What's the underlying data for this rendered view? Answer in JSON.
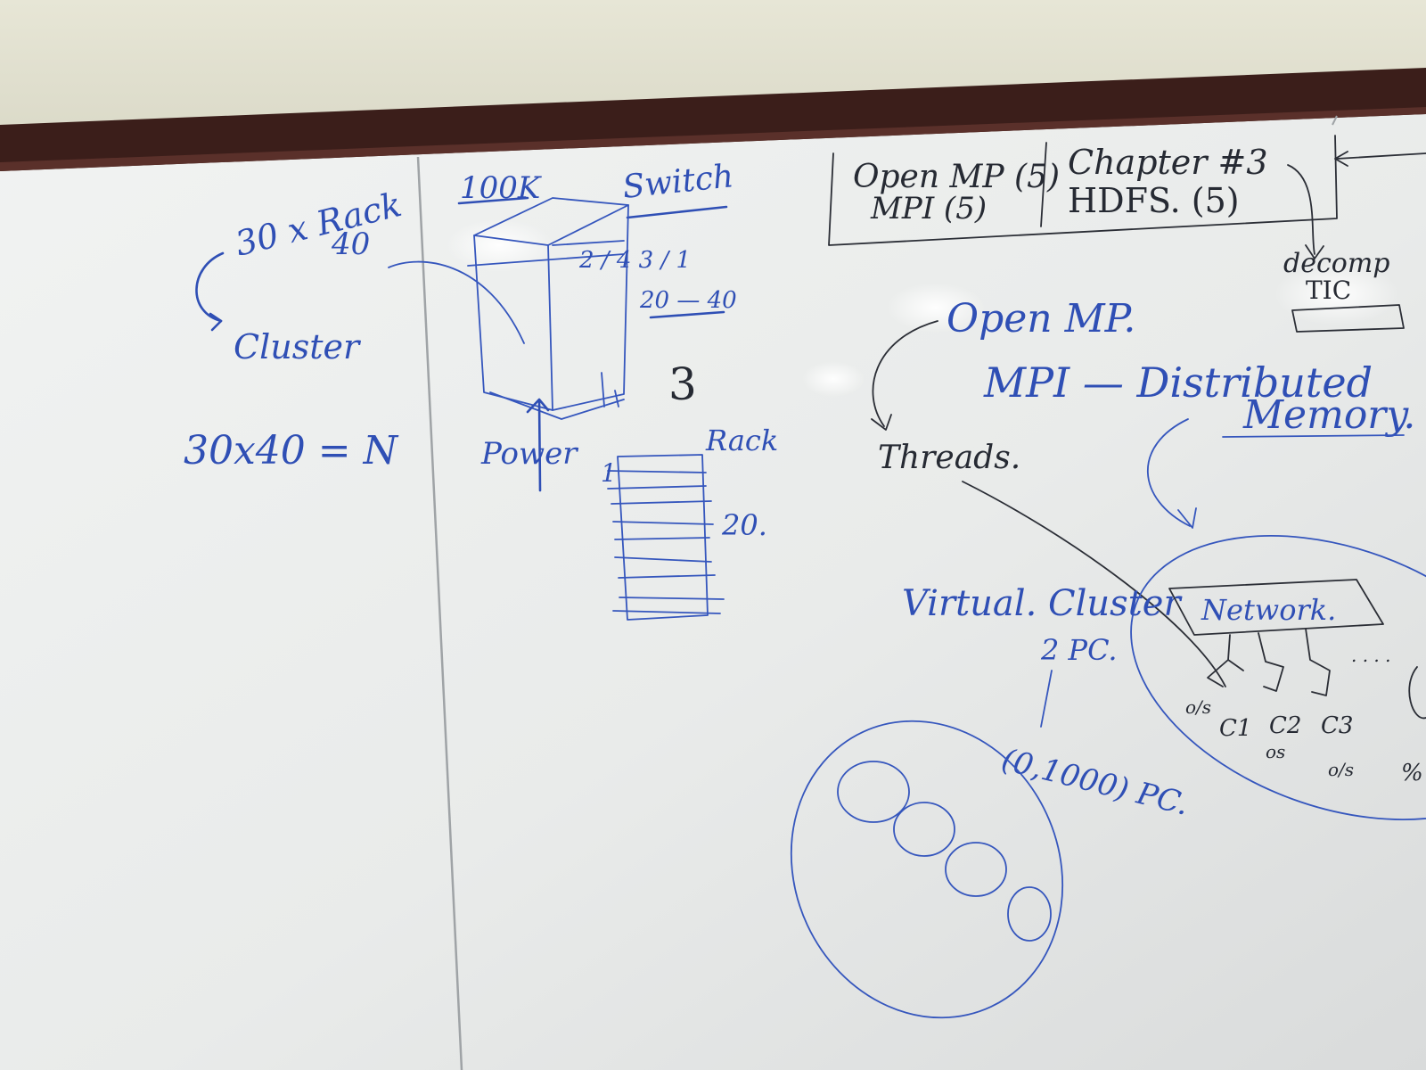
{
  "board": {
    "colors": {
      "wall": "#e4e3d3",
      "frame": "#3b1e1a",
      "surface": "#eef0ef",
      "marker_blue": "#2f4fb5",
      "marker_black": "#262a33"
    }
  },
  "left_panel": {
    "rack_count": "30 x Rack",
    "per_rack": "40",
    "cluster_label": "Cluster",
    "equation": "30x40 = N"
  },
  "middle_panel": {
    "speed": "100K",
    "switch_label": "Switch",
    "height_marks": "2 / 4 3 / 1",
    "range": "20 — 40",
    "count_three": "3",
    "power_label": "Power",
    "rack_label": "Rack",
    "rack_top_number": "1",
    "rack_total": "20."
  },
  "box": {
    "openmp_line": "Open MP (5)",
    "mpi_line": "MPI (5)",
    "chapter_line": "Chapter #3",
    "hdfs_line": "HDFS. (5)",
    "decomp_line": "decomp",
    "tic_line": "TIC"
  },
  "right_panel": {
    "openmp_heading": "Open MP.",
    "mpi_line": "MPI — Distributed",
    "memory_word": "Memory.",
    "threads_word": "Threads.",
    "virtual_cluster": "Virtual. Cluster",
    "two_pc": "2 PC.",
    "hundreds_pc": "(0,1000) PC.",
    "network_label": "Network.",
    "nodes": [
      {
        "label": "C1",
        "os": "o/s"
      },
      {
        "label": "C2",
        "os": "os"
      },
      {
        "label": "C3",
        "os": "o/s"
      }
    ]
  }
}
